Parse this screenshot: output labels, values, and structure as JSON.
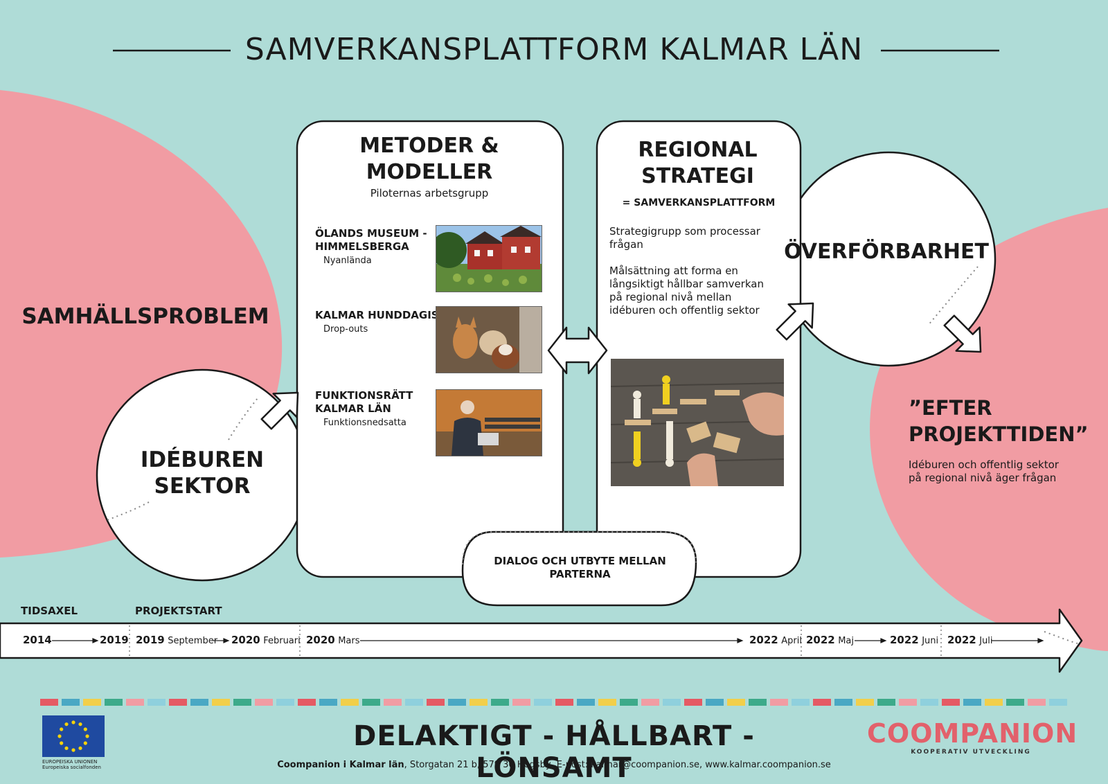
{
  "title": "SAMVERKANSPLATTFORM KALMAR LÄN",
  "samhallsproblem": "SAMHÄLLSPROBLEM",
  "ideburen": "IDÉBUREN SEKTOR",
  "metoder": {
    "title": "METODER & MODELLER",
    "subtitle": "Piloternas arbetsgrupp",
    "items": [
      {
        "title": "ÖLANDS MUSEUM - HIMMELSBERGA",
        "sub": "Nyanlända"
      },
      {
        "title": "KALMAR HUNDDAGIS",
        "sub": "Drop-outs"
      },
      {
        "title": "FUNKTIONSRÄTT KALMAR LÄN",
        "sub": "Funktionsnedsatta"
      }
    ]
  },
  "regional": {
    "title": "REGIONAL STRATEGI",
    "subtitle": "= SAMVERKANSPLATTFORM",
    "text1": "Strategigrupp som processar frågan",
    "text2": "Målsättning att forma en långsiktigt hållbar samverkan på regional nivå mellan idéburen och offentlig sektor"
  },
  "overforbarhet": "ÖVERFÖRBARHET",
  "efter": {
    "title": "”EFTER PROJEKTTIDEN”",
    "text": "Idéburen och offentlig sektor på regional nivå äger frågan"
  },
  "dialog": "DIALOG OCH UTBYTE MELLAN PARTERNA",
  "timeline": {
    "label_axis": "TIDSAXEL",
    "label_start": "PROJEKTSTART",
    "dates": [
      {
        "year": "2014",
        "month": ""
      },
      {
        "year": "2019",
        "month": ""
      },
      {
        "year": "2019",
        "month": "September"
      },
      {
        "year": "2020",
        "month": "Februari"
      },
      {
        "year": "2020",
        "month": "Mars"
      },
      {
        "year": "2022",
        "month": "April"
      },
      {
        "year": "2022",
        "month": "Maj"
      },
      {
        "year": "2022",
        "month": "Juni"
      },
      {
        "year": "2022",
        "month": "Juli"
      }
    ]
  },
  "footer": {
    "slogan": "DELAKTIGT - HÅLLBART - LÖNSAMT",
    "contact_bold": "Coompanion i Kalmar län",
    "contact": ", Storgatan 21 b, 579 30 Högsby, E-post: kalmar@coompanion.se, www.kalmar.coompanion.se",
    "eu_line1": "EUROPEISKA UNIONEN",
    "eu_line2": "Europeiska socialfonden",
    "logo": "COOMPANION",
    "logo_sub": "KOOPERATIV UTVECKLING"
  },
  "colors": {
    "background": "#afdcd7",
    "pink": "#f19ca3",
    "card": "#ffffff",
    "logo": "#e2616b",
    "eu_blue": "#1f4aa0",
    "eu_star": "#f5d30a"
  },
  "icons": [
    "up-right-arrow-icon",
    "double-arrow-icon",
    "down-right-arrow-icon",
    "timeline-arrow-icon",
    "eu-flag-icon"
  ]
}
